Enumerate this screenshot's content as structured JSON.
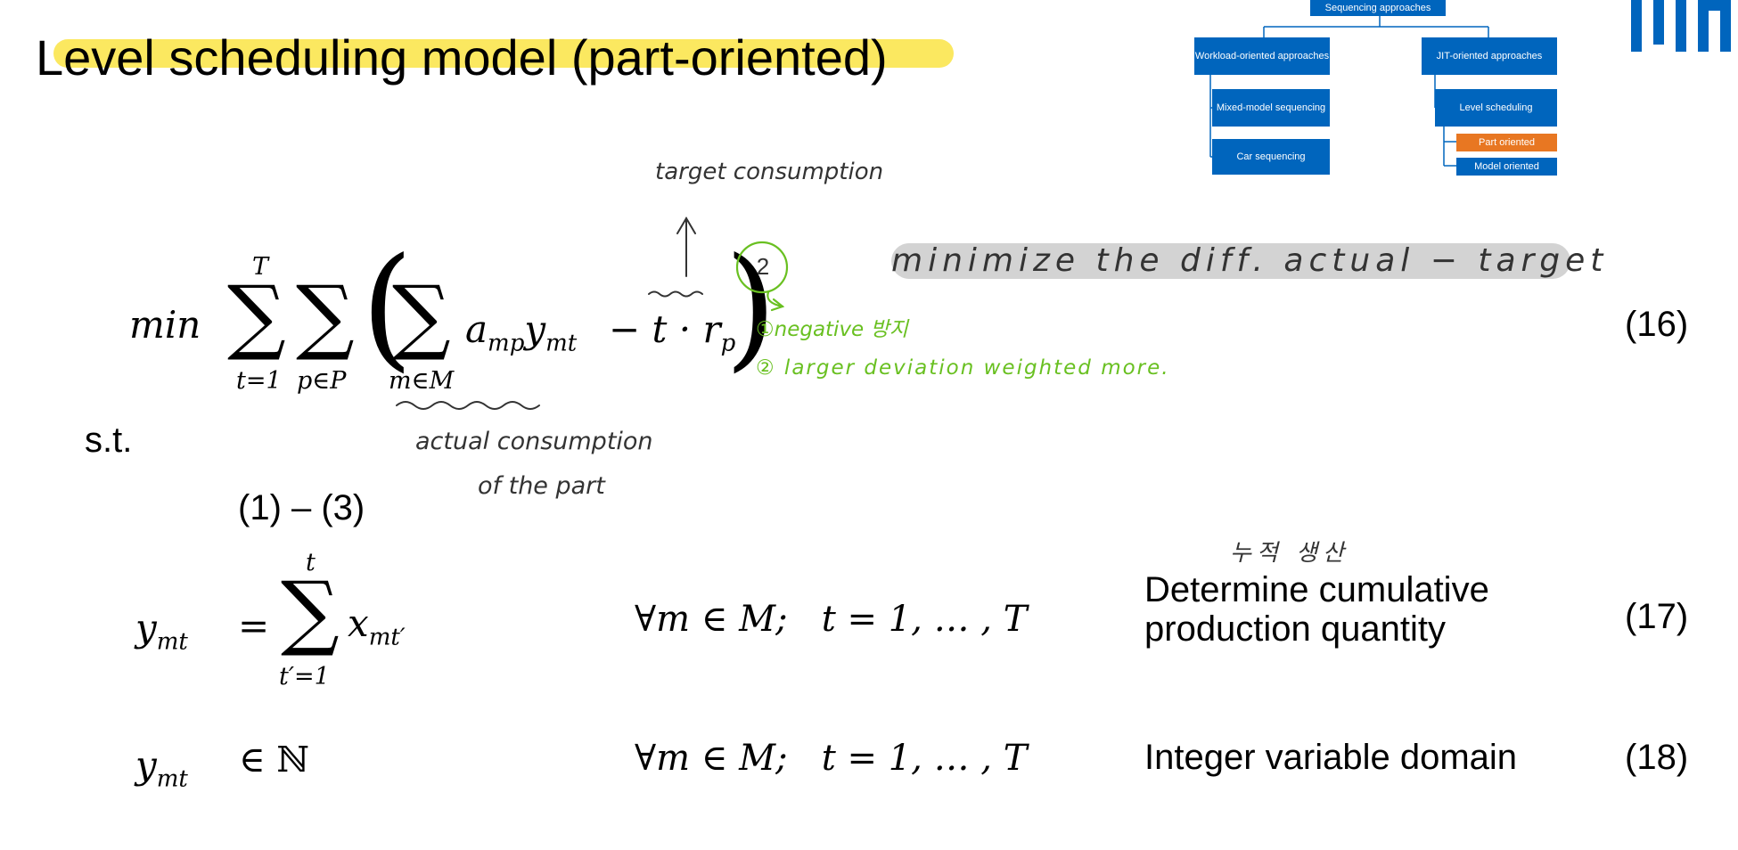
{
  "slide": {
    "title": "Level scheduling model (part-oriented)",
    "objective_keyword": "min",
    "st_label": "s.t.",
    "constraint_ref": "(1) – (3)",
    "eq16": {
      "sum_t_top": "T",
      "sum_t_bottom": "t=1",
      "sum_p_bottom": "p∈P",
      "sum_m_bottom": "m∈M",
      "term1": "a",
      "term1_sub": "mp",
      "term1b": "y",
      "term1b_sub": "mt",
      "minus_part": "− t · r",
      "minus_sub": "p",
      "number": "(16)"
    },
    "eq17": {
      "lhs": "y",
      "lhs_sub": "mt",
      "eq": "=",
      "sum_top": "t",
      "sum_bottom": "t′=1",
      "rhs": "x",
      "rhs_sub": "mt′",
      "domain": "∀m ∈ M;   t = 1, … , T",
      "description_line1": "Determine cumulative",
      "description_line2": "production quantity",
      "number": "(17)"
    },
    "eq18": {
      "lhs": "y",
      "lhs_sub": "mt",
      "rel": "∈ ℕ",
      "domain": "∀m ∈ M;   t = 1, … , T",
      "description": "Integer variable domain",
      "number": "(18)"
    }
  },
  "diagram": {
    "root": "Sequencing approaches",
    "left": "Workload-oriented approaches",
    "right": "JIT-oriented approaches",
    "left_child1": "Mixed-model sequencing",
    "left_child2": "Car sequencing",
    "right_child1": "Level scheduling",
    "right_child1a": "Part oriented",
    "right_child1b": "Model oriented",
    "colors": {
      "box": "#0065bd",
      "highlight": "#e87722"
    }
  },
  "annotations": {
    "target": "target consumption",
    "actual_line1": "actual consumption",
    "actual_line2": "of the part",
    "minimize": "minimize the diff. actual − target",
    "circle_number": "2",
    "note1": "①negative 방지",
    "note2": "② larger deviation weighted more.",
    "korean_note": "누적 생산",
    "colors": {
      "green": "#69c021",
      "highlight_gray": "#d3d3d3",
      "title_highlight": "#fbe54f"
    }
  },
  "logo": {
    "name": "tum-logo",
    "color": "#0065bd"
  }
}
